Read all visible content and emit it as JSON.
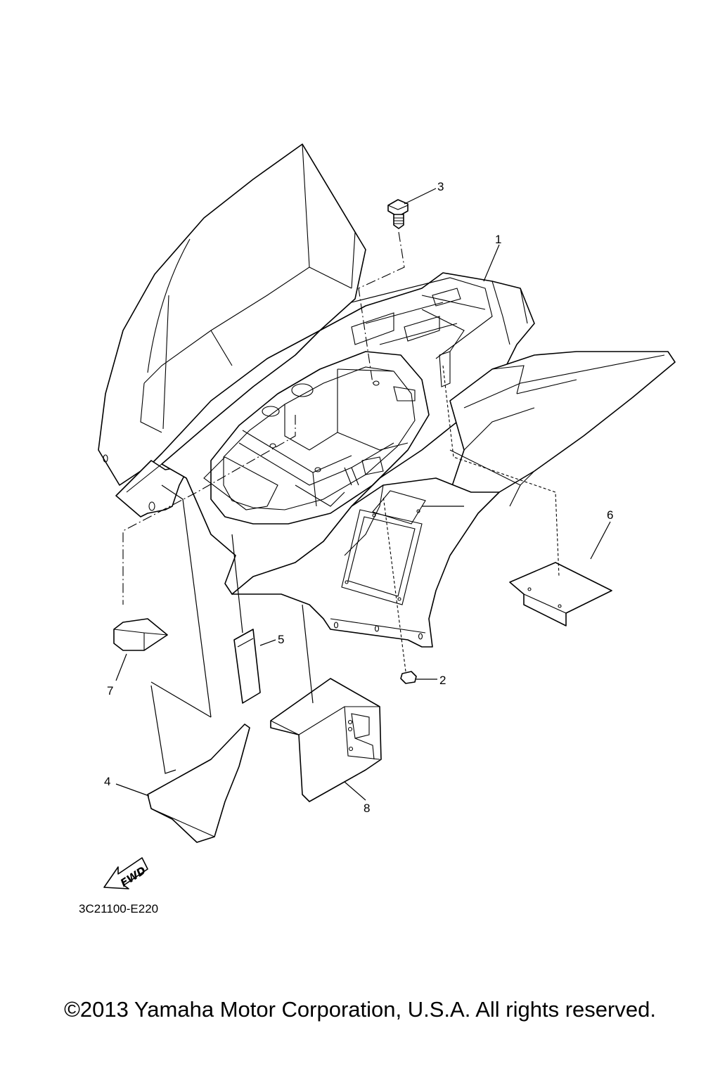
{
  "callouts": {
    "p1": "1",
    "p2": "2",
    "p3": "3",
    "p4": "4",
    "p5": "5",
    "p6": "6",
    "p7": "7",
    "p8": "8"
  },
  "fwd_label": "FWD",
  "diagram_code": "3C21100-E220",
  "copyright": "©2013 Yamaha Motor Corporation, U.S.A. All rights reserved."
}
